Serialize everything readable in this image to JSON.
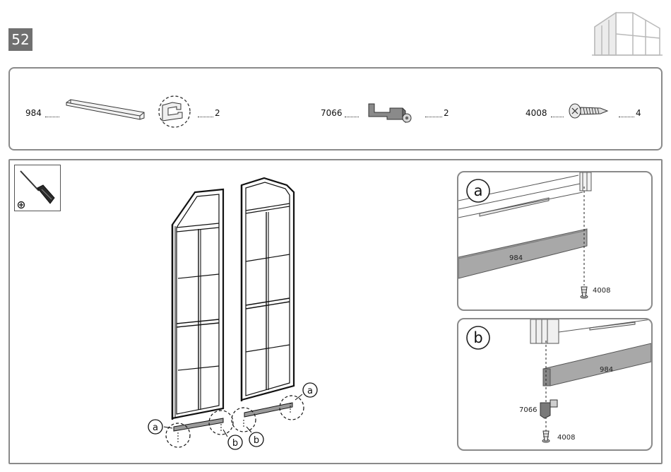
{
  "page": {
    "step_number": "52"
  },
  "parts": [
    {
      "code": "984",
      "qty": "2",
      "icon": "profile-bar-icon"
    },
    {
      "code": "7066",
      "qty": "2",
      "icon": "bracket-icon"
    },
    {
      "code": "4008",
      "qty": "4",
      "icon": "screw-icon"
    }
  ],
  "tools": [
    {
      "icon": "screwdriver-icon"
    }
  ],
  "callouts": {
    "a": "a",
    "b": "b"
  },
  "detail_a": {
    "letter": "a",
    "bar_label": "984",
    "screw_label": "4008"
  },
  "detail_b": {
    "letter": "b",
    "bar_label": "984",
    "bracket_label": "7066",
    "screw_label": "4008"
  }
}
